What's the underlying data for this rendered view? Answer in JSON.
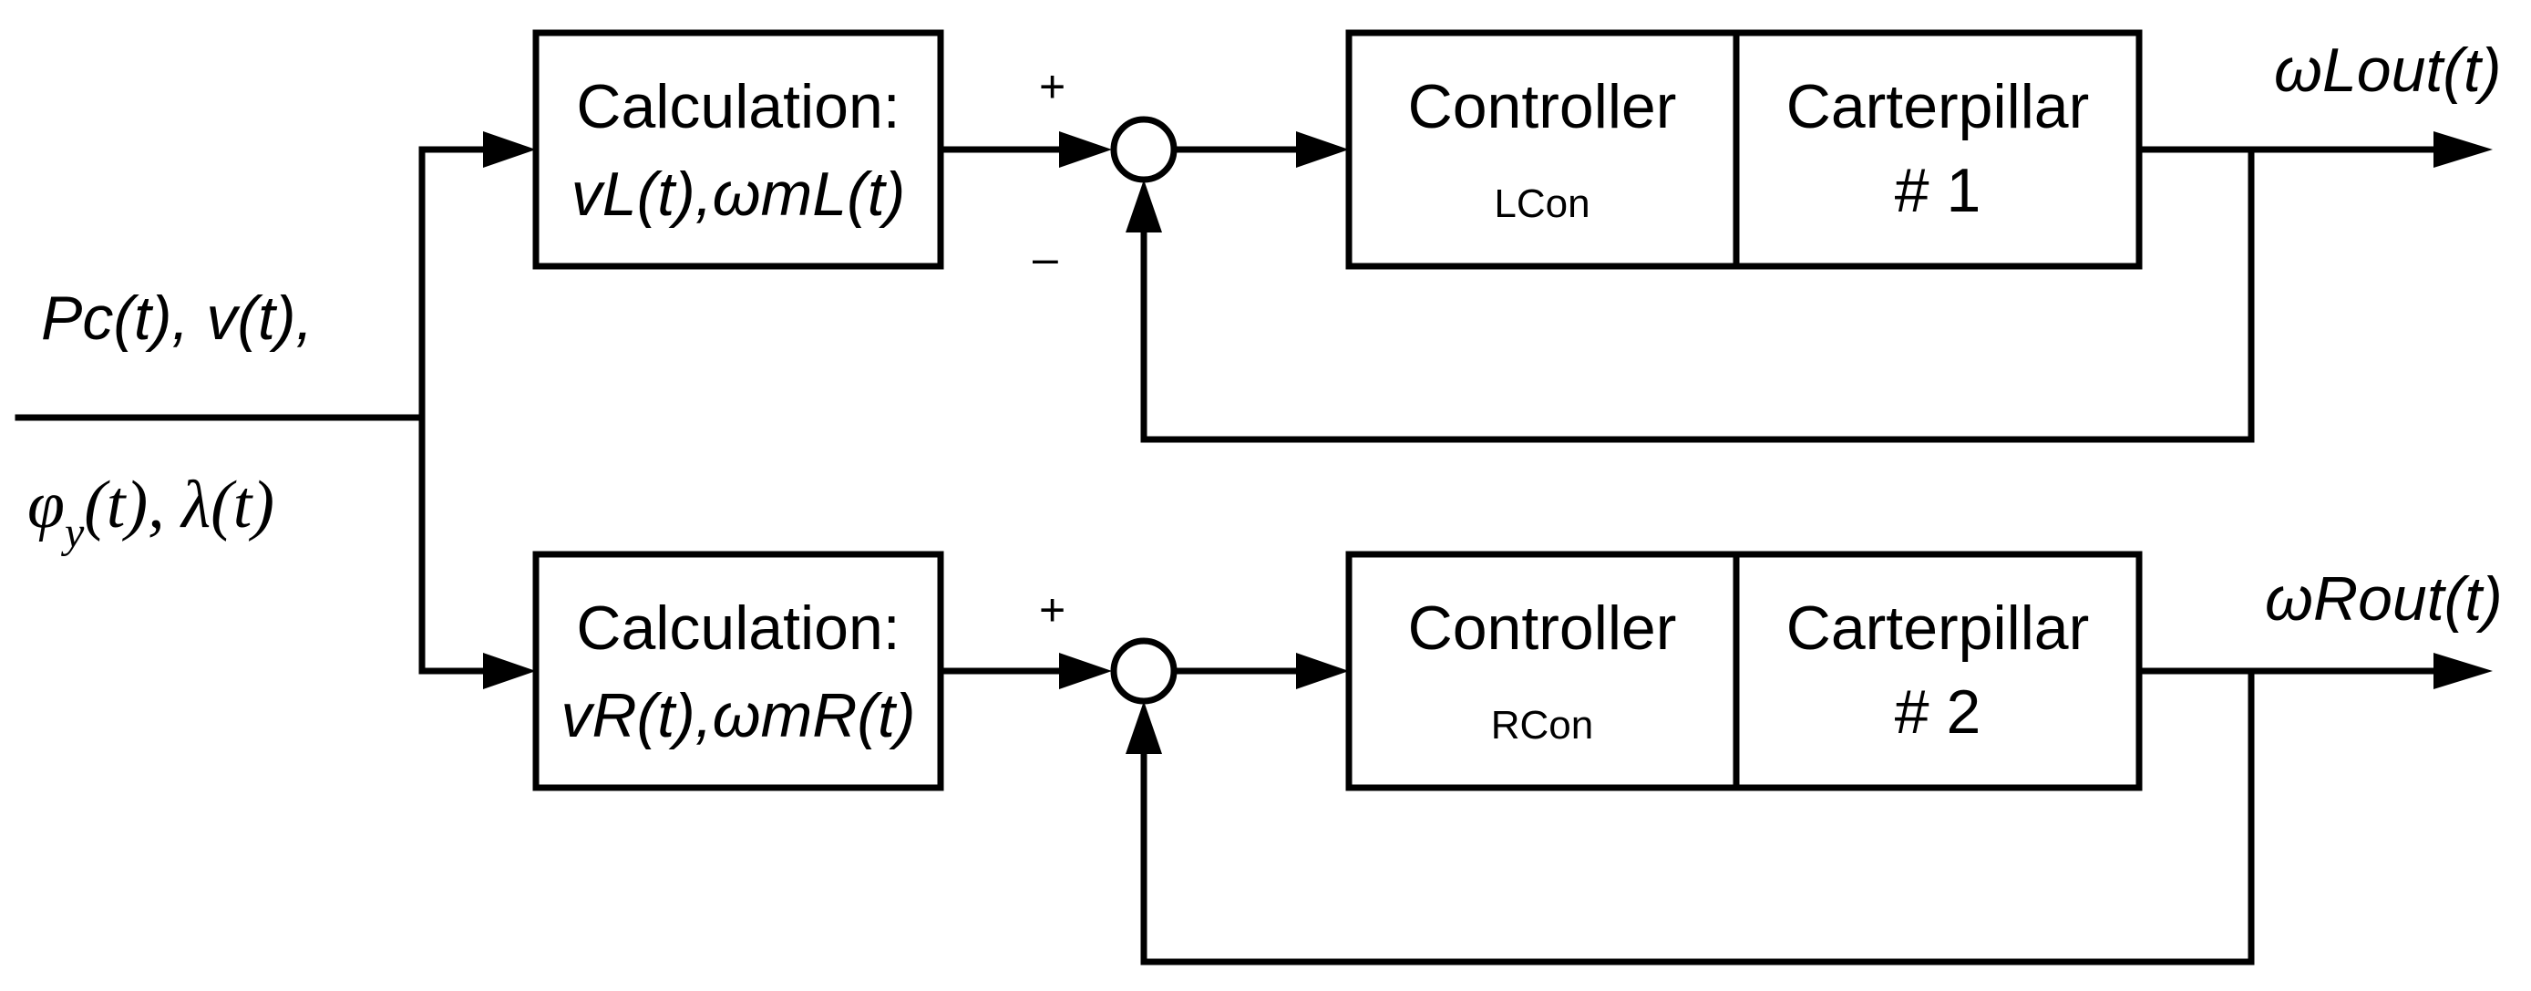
{
  "input_labels": {
    "line1": "Pc(t),  v(t),",
    "line2_phi": "φ",
    "line2_sub": "y",
    "line2_rest": "(t),  λ(t)"
  },
  "top_branch": {
    "calc_title": "Calculation:",
    "calc_expr": "vL(t),ωmL(t)",
    "plus_sign": "+",
    "minus_sign": "–",
    "controller_label": "Controller",
    "controller_name": "LCon",
    "plant_line1": "Carterpillar",
    "plant_line2": "# 1",
    "output_label": "ωLout(t)"
  },
  "bottom_branch": {
    "calc_title": "Calculation:",
    "calc_expr": "vR(t),ωmR(t)",
    "plus_sign": "+",
    "controller_label": "Controller",
    "controller_name": "RCon",
    "plant_line1": "Carterpillar",
    "plant_line2": "# 2",
    "output_label": "ωRout(t)"
  }
}
